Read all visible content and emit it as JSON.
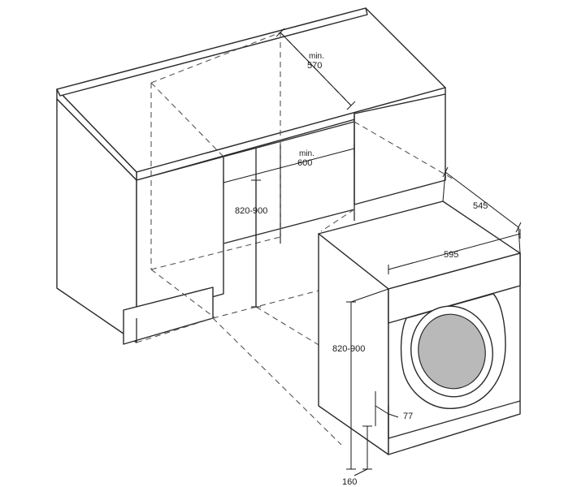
{
  "dimensions": {
    "worktop_depth": {
      "prefix": "min.",
      "value": "570"
    },
    "niche_width": {
      "prefix": "min.",
      "value": "600"
    },
    "niche_height": "820-900",
    "machine_depth": "545",
    "machine_width": "595",
    "machine_height": "820-900",
    "plinth_recess": "77",
    "plinth_height": "160"
  },
  "colors": {
    "line": "#2a2a2a",
    "door_glass": "#b9b9b9"
  }
}
